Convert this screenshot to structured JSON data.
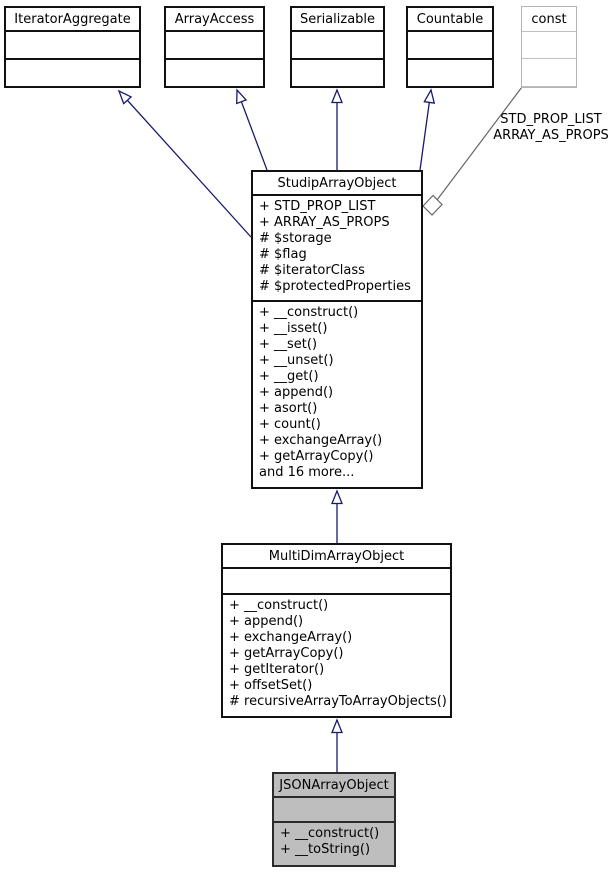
{
  "diagram_type": "uml-class-inheritance",
  "colors": {
    "inheritance_edge": "#191970",
    "usage_edge": "#666666",
    "class_border": "#111111",
    "class_fill": "#ffffff",
    "const_border": "#b3b3b3",
    "focused_class_fill": "#bebebe"
  },
  "classes": {
    "iterator_aggregate": {
      "name": "IteratorAggregate"
    },
    "array_access": {
      "name": "ArrayAccess"
    },
    "serializable": {
      "name": "Serializable"
    },
    "countable": {
      "name": "Countable"
    },
    "const_node": {
      "name": "const"
    },
    "studip_array_object": {
      "name": "StudipArrayObject",
      "attributes": [
        "+ STD_PROP_LIST",
        "+ ARRAY_AS_PROPS",
        "# $storage",
        "# $flag",
        "# $iteratorClass",
        "# $protectedProperties"
      ],
      "methods": [
        "+ __construct()",
        "+ __isset()",
        "+ __set()",
        "+ __unset()",
        "+ __get()",
        "+ append()",
        "+ asort()",
        "+ count()",
        "+ exchangeArray()",
        "+ getArrayCopy()",
        "and 16 more..."
      ]
    },
    "multi_dim_array_object": {
      "name": "MultiDimArrayObject",
      "attributes": [],
      "methods": [
        "+ __construct()",
        "+ append()",
        "+ exchangeArray()",
        "+ getArrayCopy()",
        "+ getIterator()",
        "+ offsetSet()",
        "# recursiveArrayToArrayObjects()"
      ]
    },
    "json_array_object": {
      "name": "JSONArrayObject",
      "attributes": [],
      "methods": [
        "+ __construct()",
        "+ __toString()"
      ]
    }
  },
  "usage_edge_label": {
    "line1": "STD_PROP_LIST",
    "line2": "ARRAY_AS_PROPS"
  },
  "relationships": [
    {
      "from": "StudipArrayObject",
      "to": "IteratorAggregate",
      "type": "inheritance"
    },
    {
      "from": "StudipArrayObject",
      "to": "ArrayAccess",
      "type": "inheritance"
    },
    {
      "from": "StudipArrayObject",
      "to": "Serializable",
      "type": "inheritance"
    },
    {
      "from": "StudipArrayObject",
      "to": "Countable",
      "type": "inheritance"
    },
    {
      "from": "const",
      "to": "StudipArrayObject",
      "type": "usage",
      "label": "STD_PROP_LIST ARRAY_AS_PROPS"
    },
    {
      "from": "MultiDimArrayObject",
      "to": "StudipArrayObject",
      "type": "inheritance"
    },
    {
      "from": "JSONArrayObject",
      "to": "MultiDimArrayObject",
      "type": "inheritance"
    }
  ]
}
